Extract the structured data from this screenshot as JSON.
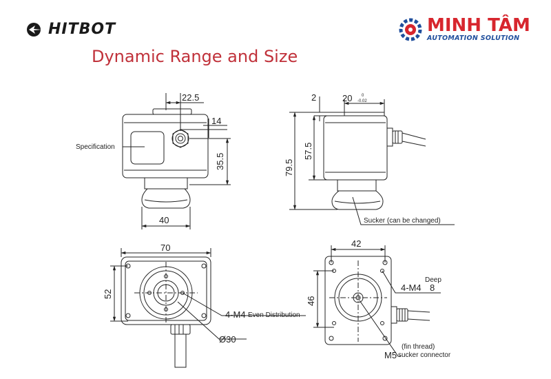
{
  "header": {
    "brand_left": "HITBOT",
    "brand_right_name": "MINH TÂM",
    "brand_right_tagline": "AUTOMATION SOLUTION",
    "title": "Dynamic Range and Size"
  },
  "colors": {
    "title": "#c0313a",
    "brand_right_name": "#d7262e",
    "brand_right_tagline": "#1f4e9c",
    "line": "#222222"
  },
  "front_view": {
    "dim_top": "22.5",
    "dim_port": "14",
    "dim_height": "35.5",
    "dim_bottom": "40",
    "label_specification": "Specification"
  },
  "side_view": {
    "dim_top_gap": "2",
    "dim_width": "20",
    "tol_upper": "0",
    "tol_lower": "-0.02",
    "dim_total_height": "79.5",
    "dim_body_height": "57.5",
    "label_sucker": "Sucker (can be changed)"
  },
  "bottom_left_view": {
    "dim_width": "70",
    "dim_height": "52",
    "label_holes_code": "4-M4",
    "label_holes_text": "Even Distribution",
    "label_diameter": "Ø30"
  },
  "bottom_right_view": {
    "dim_width": "42",
    "dim_height": "46",
    "label_holes": "4-M4",
    "label_deep": "Deep",
    "label_deep_value": "8",
    "label_m5": "M5",
    "label_fin_thread": "(fin thread)",
    "label_sucker_connector": "sucker connector"
  }
}
